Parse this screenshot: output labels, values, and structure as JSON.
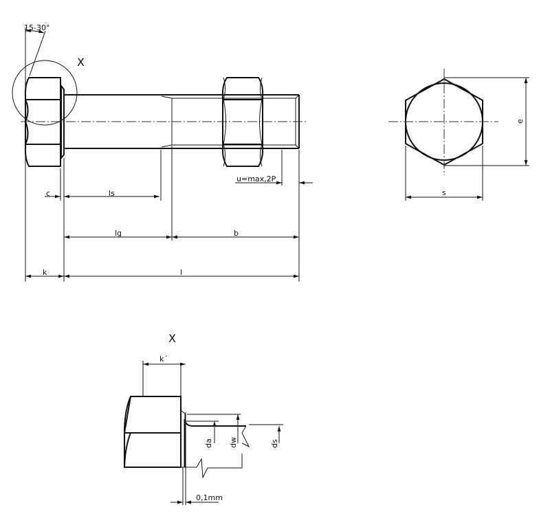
{
  "labels": {
    "angle": "15-30°",
    "detail_marker": "X",
    "detail_title": "X",
    "c": "c",
    "ls": "ls",
    "lg": "lg",
    "b": "b",
    "k": "k",
    "l": "l",
    "u": "u=max,2P",
    "e": "e",
    "s": "s",
    "k_prime": "k´",
    "da": "da",
    "dw": "dw",
    "ds": "ds",
    "gap": "0,1mm"
  }
}
